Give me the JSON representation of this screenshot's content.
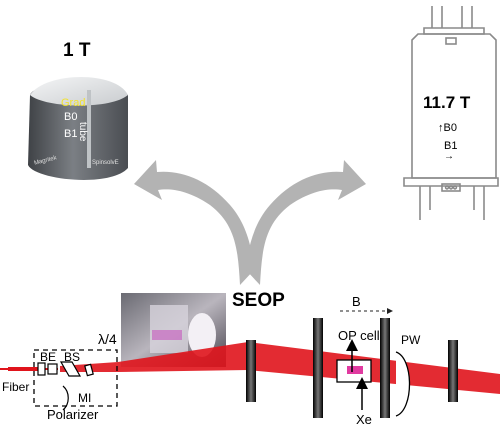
{
  "left_magnet": {
    "field_label": "1 T",
    "grad_label": "Grad",
    "b0_label": "B0",
    "b1_label": "B1",
    "tube_label": "tube",
    "brand_text": "Magritek",
    "model_text": "SpinsolvE",
    "colors": {
      "body": "#6b6e73",
      "top": "#dfe2e4",
      "grad": "#f2e330"
    }
  },
  "right_magnet": {
    "field_label": "11.7 T",
    "b0_label": "B0",
    "b1_label": "B1",
    "colors": {
      "outline": "#8a8a8a"
    }
  },
  "arrows": {
    "color": "#b3b3b3"
  },
  "optics": {
    "seop_label": "SEOP",
    "b_field_label": "B",
    "quarter_wave_label": "λ/4",
    "be_label": "BE",
    "bs_label": "BS",
    "mi_label": "MI",
    "fiber_label": "Fiber",
    "polarizer_label": "Polarizer",
    "op_cell_label": "OP cell",
    "pw_label": "PW",
    "xe_label": "Xe",
    "colors": {
      "laser": "#e0141c",
      "cell": "#e13aa0",
      "coil": "#111111"
    }
  }
}
